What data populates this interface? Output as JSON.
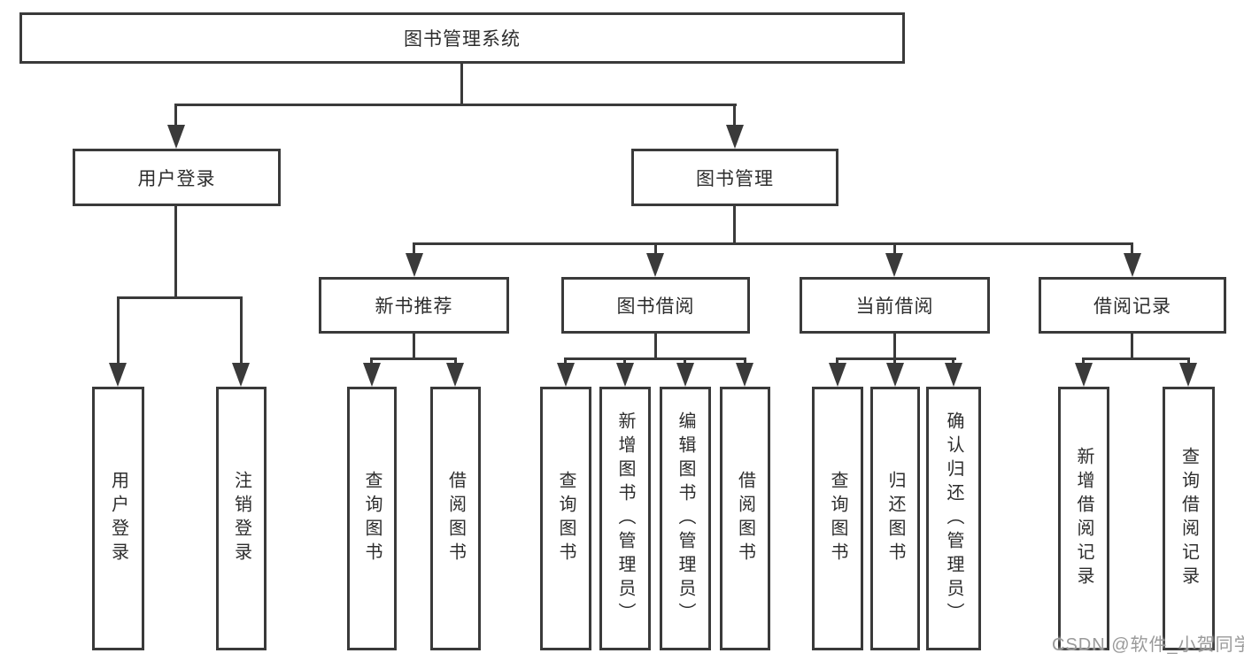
{
  "tree": {
    "root": {
      "label": "图书管理系统"
    },
    "user_login": {
      "label": "用户登录",
      "children": [
        {
          "label": "用户登录"
        },
        {
          "label": "注销登录"
        }
      ]
    },
    "book_mgmt": {
      "label": "图书管理",
      "children": {
        "new_book_rec": {
          "label": "新书推荐",
          "children": [
            {
              "label": "查询图书"
            },
            {
              "label": "借阅图书"
            }
          ]
        },
        "book_borrow": {
          "label": "图书借阅",
          "children": [
            {
              "label": "查询图书"
            },
            {
              "label": "新增图书（管理员）"
            },
            {
              "label": "编辑图书（管理员）"
            },
            {
              "label": "借阅图书"
            }
          ]
        },
        "current_borrow": {
          "label": "当前借阅",
          "children": [
            {
              "label": "查询图书"
            },
            {
              "label": "归还图书"
            },
            {
              "label": "确认归还（管理员）"
            }
          ]
        },
        "borrow_records": {
          "label": "借阅记录",
          "children": [
            {
              "label": "新增借阅记录"
            },
            {
              "label": "查询借阅记录"
            }
          ]
        }
      }
    }
  },
  "watermark": {
    "text": "CSDN @软件_小贺同学"
  },
  "colors": {
    "line": "#3a3a3a",
    "text": "#2d2d2d",
    "background": "#ffffff",
    "watermark": "#9a9a9a"
  }
}
